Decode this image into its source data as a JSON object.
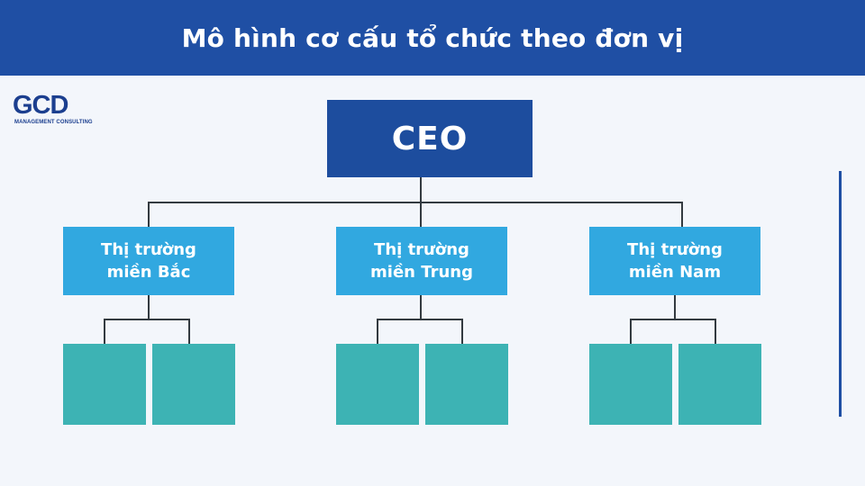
{
  "header": {
    "title": "Mô hình cơ cấu tổ chức theo đơn vị"
  },
  "logo": {
    "mark": "GCD",
    "subtitle": "MANAGEMENT CONSULTING"
  },
  "org": {
    "root": "CEO",
    "units": [
      {
        "line1": "Thị trường",
        "line2": "miền Bắc"
      },
      {
        "line1": "Thị trường",
        "line2": "miền Trung"
      },
      {
        "line1": "Thị trường",
        "line2": "miền Nam"
      }
    ]
  },
  "colors": {
    "header": "#1f4fa4",
    "root": "#1d4d9e",
    "unit": "#31a8e0",
    "subunit": "#3db3b4",
    "connector": "#333a40"
  }
}
